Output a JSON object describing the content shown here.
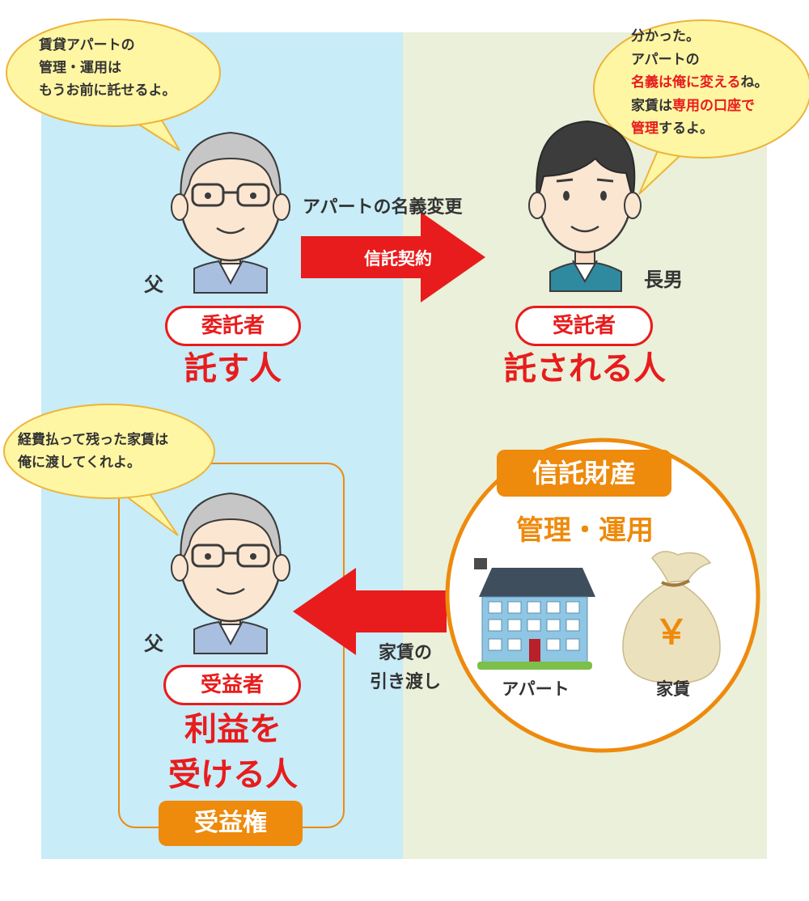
{
  "colors": {
    "left_bg": "#c8ecf8",
    "right_bg": "#eaf0da",
    "accent_red": "#e81c1c",
    "accent_orange": "#ee8a0c",
    "bubble_fill": "#fff6a4"
  },
  "top": {
    "bubble_father": [
      "賃貸アパートの",
      "管理・運用は",
      "もうお前に託せるよ。"
    ],
    "bubble_son": {
      "line1": "分かった。",
      "line2": "アパートの",
      "line3_red": "名義は俺に変える",
      "line3_rest": "ね。",
      "line4_dark": "家賃は",
      "line4_red": "専用の口座で",
      "line5_red": "管理",
      "line5_rest": "するよ。"
    },
    "transfer_label": "アパートの名義変更",
    "arrow_label": "信託契約",
    "father_label": "父",
    "son_label": "長男",
    "settlor_role": "委託者",
    "settlor_desc": "託す人",
    "trustee_role": "受託者",
    "trustee_desc": "託される人"
  },
  "bottom": {
    "bubble_beneficiary": [
      "経費払って残った家賃は",
      "俺に渡してくれよ。"
    ],
    "father_label": "父",
    "beneficiary_role": "受益者",
    "beneficiary_desc": [
      "利益を",
      "受ける人"
    ],
    "beneficial_right": "受益権",
    "transfer_label": [
      "家賃の",
      "引き渡し"
    ],
    "trust_property_title": "信託財産",
    "trust_property_sub": "管理・運用",
    "apartment_label": "アパート",
    "rent_label": "家賃",
    "yen_symbol": "￥"
  }
}
